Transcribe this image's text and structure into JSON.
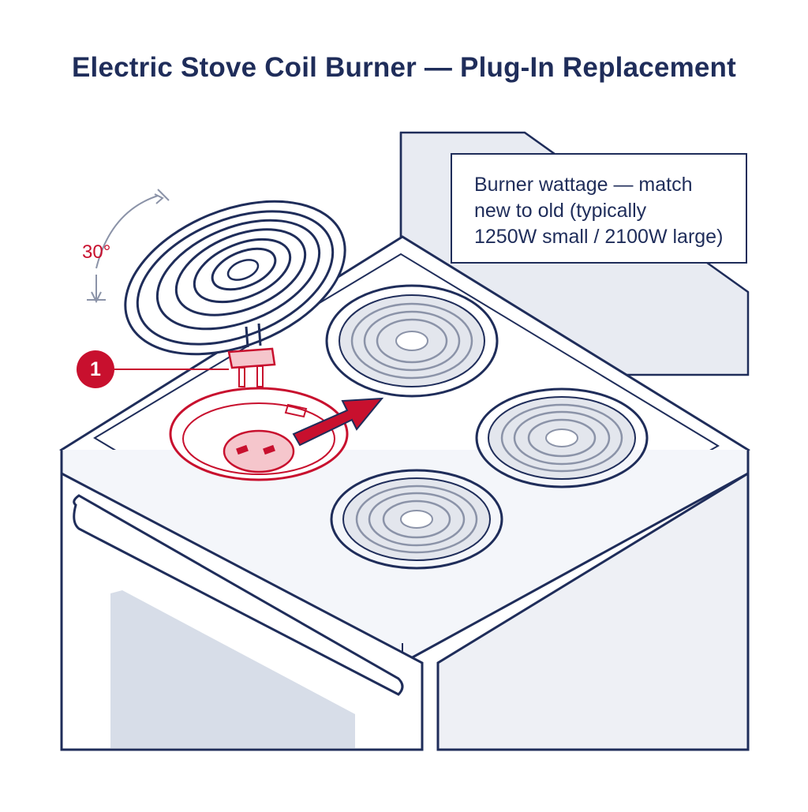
{
  "title": "Electric Stove Coil Burner — Plug-In Replacement",
  "callout": {
    "lines": [
      "Burner wattage — match",
      "new to old (typically",
      "1250W small / 2100W large)"
    ]
  },
  "angle_label": "30°",
  "step_marker": "1",
  "colors": {
    "navy": "#1f2d5a",
    "red": "#c8102e",
    "light_red": "#f5c6cc",
    "panel_gray": "#e6e9f1",
    "window_gray": "#d7dde8"
  },
  "icons": [
    "coil-burner-icon",
    "plug-icon",
    "receptacle-icon",
    "arrow-icon"
  ]
}
